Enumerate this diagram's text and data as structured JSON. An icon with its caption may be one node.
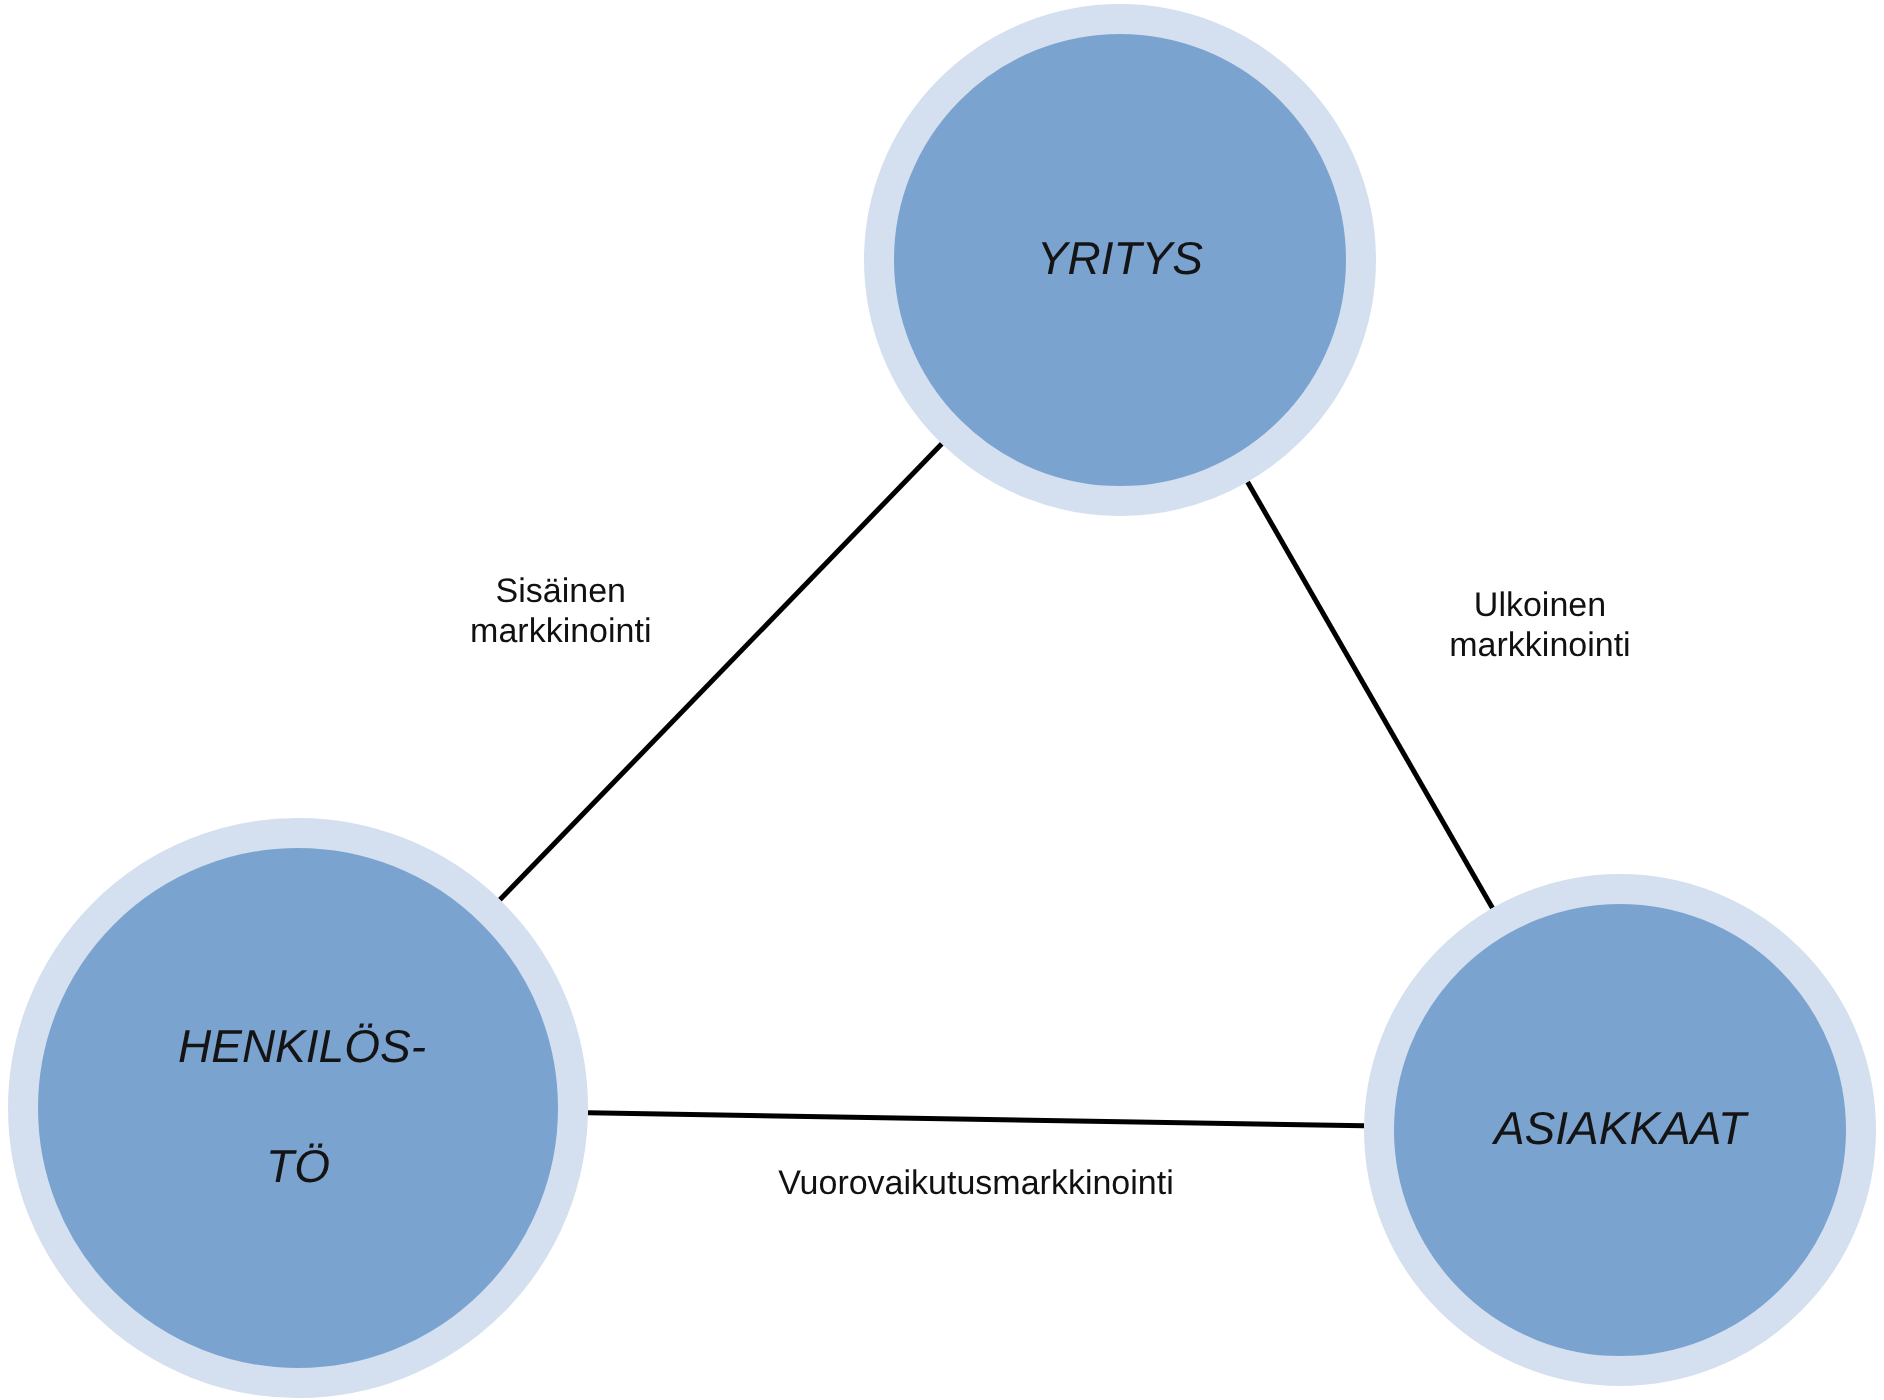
{
  "diagram": {
    "nodes": [
      {
        "text": [
          "YRITYS"
        ]
      },
      {
        "text": [
          "HENKILÖS- TÖ"
        ]
      },
      {
        "text": [
          "ASIAKKAAT"
        ]
      }
    ],
    "edges": [
      {
        "from": 0,
        "to": 1,
        "arrow": "none",
        "label": "Sisäinen markkinointi"
      },
      {
        "from": 0,
        "to": 2,
        "arrow": "none",
        "label": "Ulkoinen markkinointi"
      },
      {
        "from": 1,
        "to": 2,
        "arrow": "none",
        "label": "Vuorovaikutusmarkkinointi"
      }
    ]
  }
}
